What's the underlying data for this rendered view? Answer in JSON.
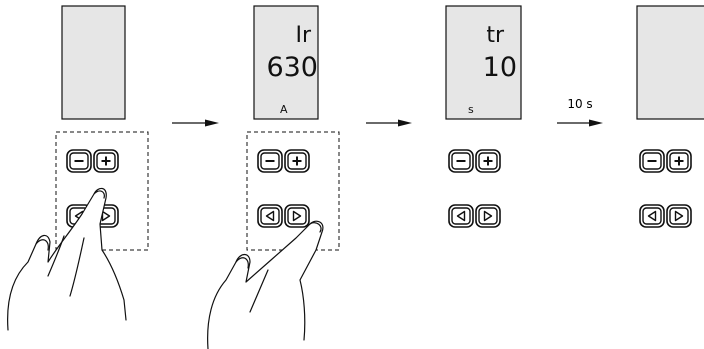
{
  "steps": [
    {
      "param": "",
      "value": "",
      "unit": ""
    },
    {
      "param": "Ir",
      "value": "630",
      "unit": "A"
    },
    {
      "param": "tr",
      "value": "10",
      "unit": "s"
    },
    {
      "param": "",
      "value": "",
      "unit": ""
    }
  ],
  "arrows": [
    {
      "label": ""
    },
    {
      "label": ""
    },
    {
      "label": "10 s"
    }
  ],
  "keys": {
    "minus": "minus-icon",
    "plus": "plus-icon",
    "left": "triangle-left-icon",
    "right": "triangle-right-icon"
  },
  "colors": {
    "display_fill": "#e6e6e6",
    "line": "#111111",
    "background": "#ffffff"
  }
}
